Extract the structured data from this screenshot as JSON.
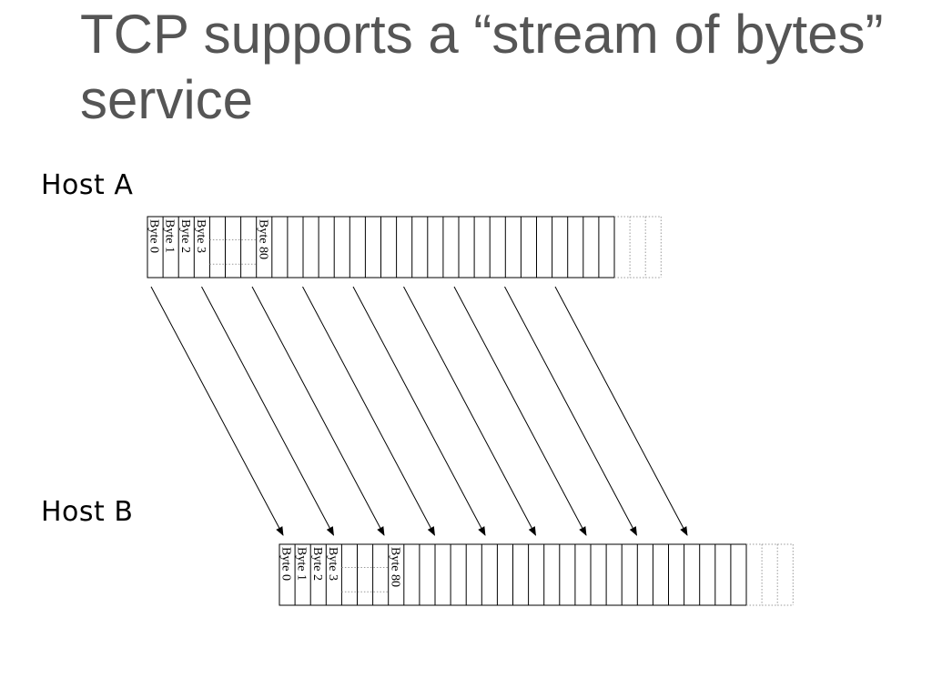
{
  "slide": {
    "title": "TCP supports a “stream of bytes” service"
  },
  "hosts": [
    {
      "label": "Host A"
    },
    {
      "label": "Host B"
    }
  ],
  "stream": {
    "labeled_bytes": [
      {
        "slot": 0,
        "label": "Byte 0"
      },
      {
        "slot": 1,
        "label": "Byte 1"
      },
      {
        "slot": 2,
        "label": "Byte 2"
      },
      {
        "slot": 3,
        "label": "Byte 3"
      },
      {
        "slot": 7,
        "label": "Byte 80"
      }
    ],
    "solid_cells": 30,
    "dashed_cells": 3,
    "arrow_count": 9
  }
}
